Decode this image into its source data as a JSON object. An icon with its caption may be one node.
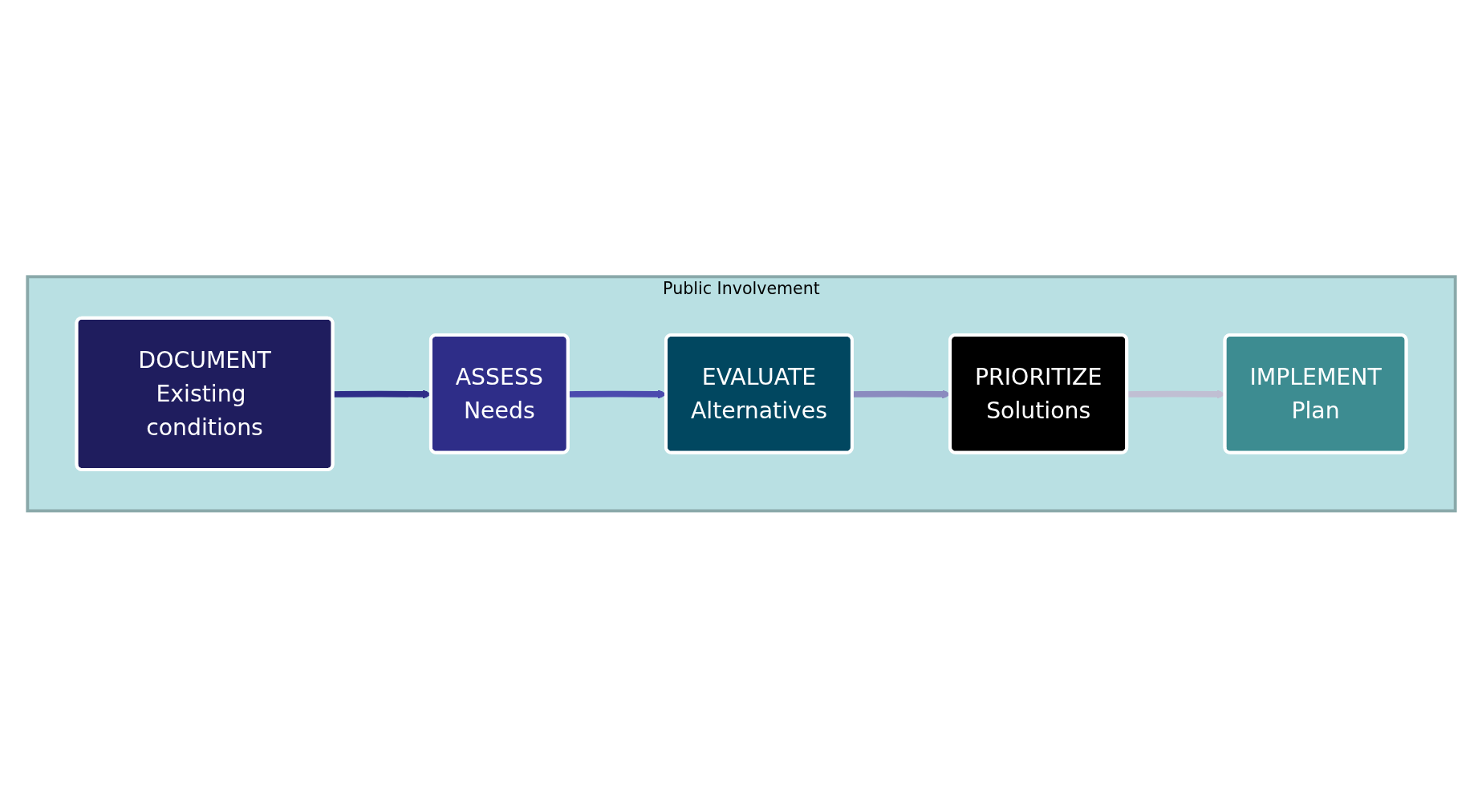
{
  "diagram": {
    "nodes": [
      {
        "text": [
          "Public Involvement"
        ]
      },
      {
        "text": [
          "DOCUMENT",
          "Existing conditions"
        ],
        "in": 0
      },
      {
        "text": [
          "ASSESS",
          "Needs"
        ],
        "in": 0
      },
      {
        "text": [
          "EVALUATE",
          "Alternatives"
        ],
        "in": 0
      },
      {
        "text": [
          "PRIORITIZE",
          "Solutions"
        ],
        "in": 0
      },
      {
        "text": [
          "IMPLEMENT",
          "Plan"
        ],
        "in": 0
      }
    ],
    "edges": [
      {
        "from": 1,
        "to": 2,
        "arrow": "to",
        "color": "#2e2d88"
      },
      {
        "from": 2,
        "to": 3,
        "arrow": "to",
        "color": "#4b4bae"
      },
      {
        "from": 3,
        "to": 4,
        "arrow": "to",
        "color": "#8b8bbf"
      },
      {
        "from": 4,
        "to": 5,
        "arrow": "to",
        "color": "#c0bfd3"
      }
    ]
  }
}
